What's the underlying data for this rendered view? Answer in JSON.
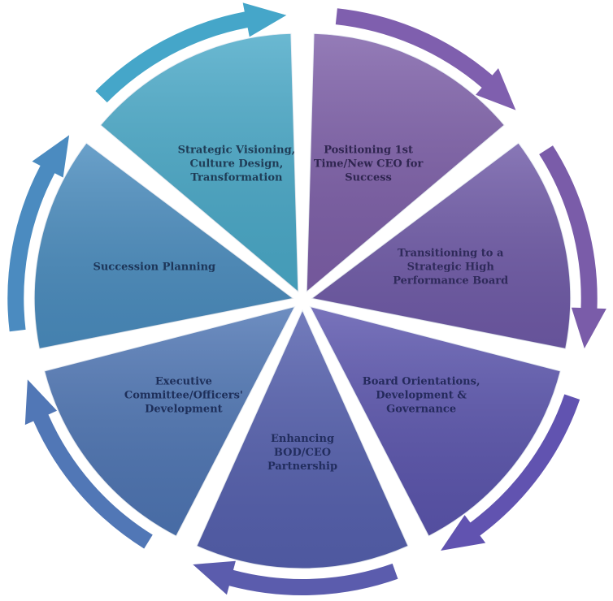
{
  "diagram": {
    "type": "cycle",
    "segments": [
      {
        "id": "positioning",
        "lines": [
          "Positioning 1st",
          "Time/New CEO for",
          "Success"
        ],
        "fill": "#7d5fa8",
        "text_color": "#2f2550"
      },
      {
        "id": "transitioning",
        "lines": [
          "Transitioning to a",
          "Strategic High",
          "Performance Board"
        ],
        "fill": "#6f5aa7",
        "text_color": "#2f2a5a"
      },
      {
        "id": "board-orientations",
        "lines": [
          "Board Orientations,",
          "Development &",
          "Governance"
        ],
        "fill": "#5b55ad",
        "text_color": "#252a5c"
      },
      {
        "id": "enhancing",
        "lines": [
          "Enhancing",
          "BOD/CEO",
          "Partnership"
        ],
        "fill": "#5560ae",
        "text_color": "#222d5e"
      },
      {
        "id": "executive",
        "lines": [
          "Executive",
          "Committee/Officers'",
          "Development"
        ],
        "fill": "#4e75b3",
        "text_color": "#1e2f5a"
      },
      {
        "id": "succession",
        "lines": [
          "Succession Planning"
        ],
        "fill": "#4a8cbe",
        "text_color": "#1d3558"
      },
      {
        "id": "strategic-visioning",
        "lines": [
          "Strategic Visioning,",
          "Culture Design,",
          "Transformation"
        ],
        "fill": "#4aa9c8",
        "text_color": "#1f3c56"
      }
    ],
    "arrow_colors": [
      "#7f5fae",
      "#7a5ca9",
      "#6153b0",
      "#5b5cad",
      "#5177b6",
      "#4b8bc0",
      "#45a6c9"
    ]
  }
}
